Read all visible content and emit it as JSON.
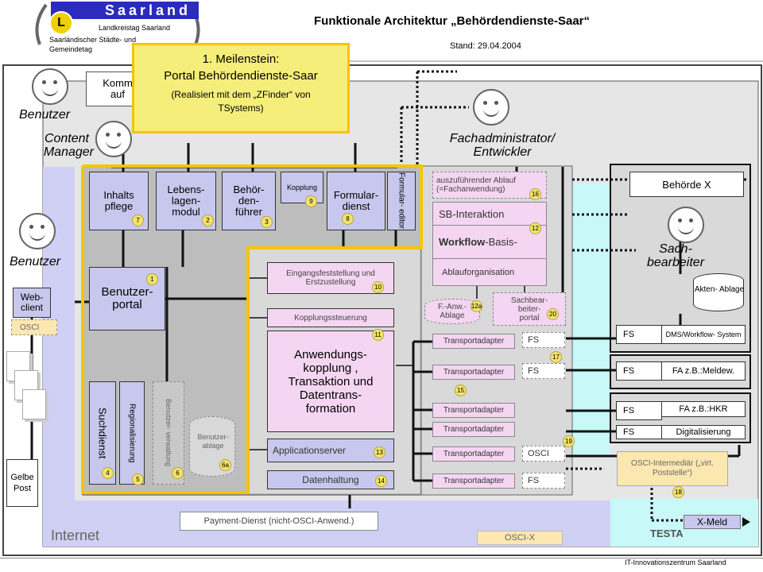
{
  "header": {
    "saarland_logo": "Saarland",
    "org1": "Landkreistag Saarland",
    "org2_line1": "Saarländischer Städte- und",
    "org2_line2": "Gemeindetag",
    "title": "Funktionale Architektur „Behördendienste-Saar“",
    "date": "Stand: 29.04.2004"
  },
  "callout": {
    "line1": "1. Meilenstein:",
    "line2": "Portal Behördendienste-Saar",
    "line3": "(Realisiert mit dem „ZFinder“ von TSystems)"
  },
  "actors": {
    "benutzer_top": "Benutzer",
    "content_manager_1": "Content",
    "content_manager_2": "Manager",
    "benutzer_left": "Benutzer",
    "fachadmin_1": "Fachadministrator/",
    "fachadmin_2": "Entwickler",
    "sachbearbeiter_1": "Sach-",
    "sachbearbeiter_2": "bearbeiter"
  },
  "kommune_box": {
    "line1": "Komm",
    "line2": "auf"
  },
  "modules": {
    "inhaltspflege": "Inhalts pflege",
    "lebenslagen": "Lebens- lagen- modul",
    "behoerdenfuehrer": "Behör- den- führer",
    "kopplung": "Kopplung",
    "formulardienst": "Formular- dienst",
    "formulareditor": "Formular- editor",
    "benutzerportal": "Benutzer- portal",
    "suchdienst": "Suchdienst",
    "regionalisierung": "Regionalisierung",
    "benutzerverwaltung": "Benutzer- verwaltung",
    "benutzerablage": "Benutzer- ablage",
    "eingang": "Eingangsfeststellung und Erstzustellung",
    "kopplungssteuerung": "Kopplungssteuerung",
    "anwendungskopplung": "Anwendungs- kopplung , Transaktion und Datentrans- formation",
    "applicationserver": "Applicationserver",
    "datenhaltung": "Datenhaltung",
    "auszufuehrender": "auszuführender Ablauf (=Fachanwendung)",
    "sb_interaktion": "SB-Interaktion",
    "workflow_a": "Workflow",
    "workflow_b": "-Basis-",
    "ablauforganisation": "Ablauforganisation",
    "fanw_ablage": "F.-Anw.- Ablage",
    "sachbearbeiterportal": "Sachbear- beiter- portal",
    "webclient": "Web- client",
    "osci_left": "OSCI",
    "gelbe_post": "Gelbe Post",
    "transportadapter": "Transportadapter",
    "fs": "FS",
    "osci": "OSCI",
    "behoerde_x": "Behörde X",
    "akten_ablage": "Akten- Ablage",
    "dms": "DMS/Workflow- System",
    "fa_meldew": "FA z.B.:Meldew.",
    "fa_hkr": "FA z.B.:HKR",
    "digitalisierung": "Digitalisierung",
    "osci_intermediaer": "OSCI-Intermediär („virt. Poststelle“)",
    "payment": "Payment-Dienst (nicht-OSCI-Anwend.)",
    "osci_x": "OSCI-X",
    "x_meld": "X-Meld",
    "internet": "Internet",
    "testa": "TESTA"
  },
  "badges": {
    "b1": "1",
    "b2": "2",
    "b3": "3",
    "b4": "4",
    "b5": "5",
    "b6": "6",
    "b6a": "6a",
    "b7": "7",
    "b8": "8",
    "b9": "9",
    "b10": "10",
    "b11": "11",
    "b12": "12",
    "b12a": "12a",
    "b13": "13",
    "b14": "14",
    "b15": "15",
    "b16": "16",
    "b17": "17",
    "b18": "18",
    "b19": "19",
    "b20": "20"
  },
  "footer": "IT-Innovationszentrum Saarland",
  "colors": {
    "yellow_frame": "#f5c400",
    "pink": "#f5d6f2",
    "lavender": "#c8c8ee",
    "cyan": "#c8f8f8",
    "callout_bg": "#f5ee7a",
    "osci_bg": "#fde7b0"
  }
}
